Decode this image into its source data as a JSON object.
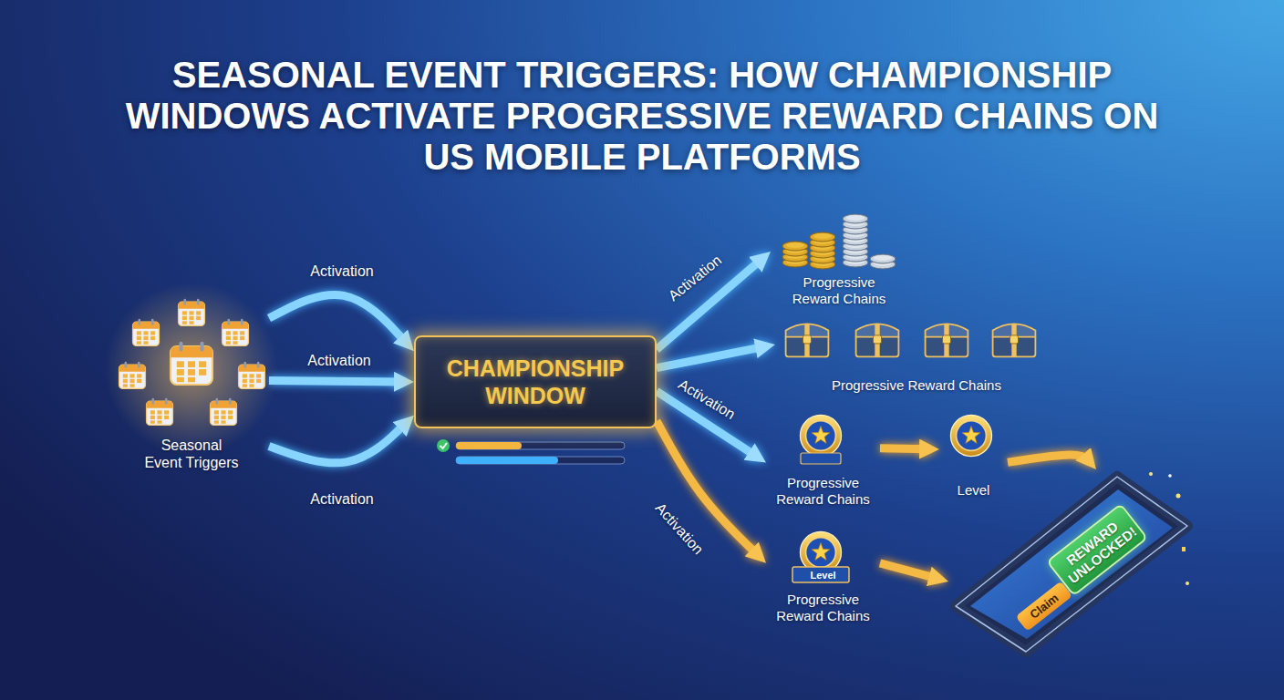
{
  "diagram": {
    "title": "SEASONAL EVENT TRIGGERS: HOW CHAMPIONSHIP WINDOWS ACTIVATE PROGRESSIVE REWARD CHAINS ON US MOBILE PLATFORMS",
    "nodes": [
      {
        "text": [
          "Seasonal Event Triggers"
        ]
      },
      {
        "text": [
          "CHAMPIONSHIP WINDOW"
        ]
      },
      {
        "text": [
          "Progressive Reward Chains"
        ]
      },
      {
        "text": [
          "Progressive Reward Chains"
        ]
      },
      {
        "text": [
          "Progressive Reward Chains"
        ]
      },
      {
        "text": [
          "Level"
        ]
      },
      {
        "text": [
          "Level",
          "Progressive Reward Chains"
        ]
      },
      {
        "text": [
          "REWARD UNLOCKED!",
          "Claim"
        ]
      }
    ],
    "edges": [
      {
        "from": 0,
        "to": 1,
        "arrow": "to",
        "label": "Activation"
      },
      {
        "from": 0,
        "to": 1,
        "arrow": "to",
        "label": "Activation"
      },
      {
        "from": 0,
        "to": 1,
        "arrow": "to",
        "label": "Activation"
      },
      {
        "from": 1,
        "to": 2,
        "arrow": "to",
        "label": "Activation"
      },
      {
        "from": 1,
        "to": 3,
        "arrow": "to"
      },
      {
        "from": 1,
        "to": 4,
        "arrow": "to",
        "label": "Activation"
      },
      {
        "from": 1,
        "to": 6,
        "arrow": "to",
        "label": "Activation"
      },
      {
        "from": 4,
        "to": 5,
        "arrow": "to"
      },
      {
        "from": 5,
        "to": 7,
        "arrow": "to"
      },
      {
        "from": 6,
        "to": 7,
        "arrow": "to"
      }
    ]
  }
}
